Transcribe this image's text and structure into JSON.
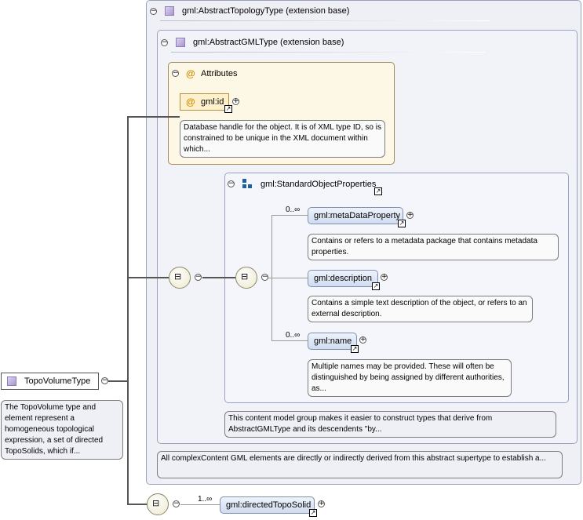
{
  "topology_type": {
    "label": "gml:AbstractTopologyType (extension base)",
    "doc": "All complexContent GML elements are directly or indirectly derived from this abstract supertype to establish a..."
  },
  "gml_type": {
    "label": "gml:AbstractGMLType (extension base)",
    "doc": "This content model group makes it easier to construct types that derive from AbstractGMLType and its descendents \"by..."
  },
  "attributes": {
    "label": "Attributes",
    "id_label": "gml:id",
    "id_doc": "Database handle for the object. It is of XML type ID, so is constrained to be unique in the XML document within which..."
  },
  "std_props": {
    "label": "gml:StandardObjectProperties"
  },
  "metadata": {
    "label": "gml:metaDataProperty",
    "card": "0..∞",
    "doc": "Contains or refers to a metadata package that contains metadata properties."
  },
  "description": {
    "label": "gml:description",
    "doc": "Contains a simple text description of the object, or refers to an external description."
  },
  "name": {
    "label": "gml:name",
    "card": "0..∞",
    "doc": "Multiple names may be provided. These will often be distinguished by being assigned by different authorities, as..."
  },
  "root": {
    "label": "TopoVolumeType",
    "doc": "The TopoVolume type and element represent a homogeneous topological expression, a set of directed TopoSolids, which if..."
  },
  "directed": {
    "label": "gml:directedTopoSolid",
    "card": "1..∞"
  },
  "colors": {
    "attr_accent": "#d18b00",
    "node_border": "#7f8fb0",
    "frame_border": "#9aa3bd"
  },
  "icons": [
    "collapse-icon",
    "expand-icon",
    "complex-type-icon",
    "attribute-icon",
    "sequence-icon",
    "group-icon",
    "reference-icon"
  ]
}
